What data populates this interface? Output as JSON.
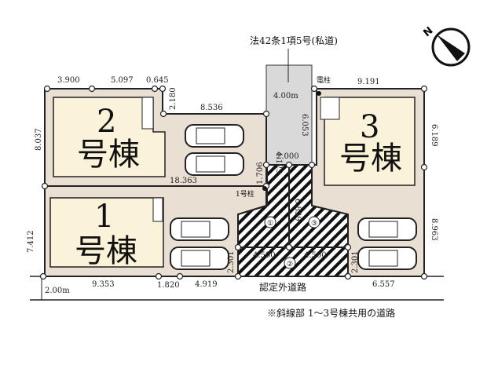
{
  "title": "法42条1項5号(私道)",
  "road_label": "認定外道路",
  "footnote": "※斜線部 1〜3号棟共用の道路",
  "colors": {
    "lot": "#eadfd3",
    "building": "#fbf3d9",
    "private_road": "#d9d9d9",
    "line": "#222222"
  },
  "buildings": [
    {
      "number": "1",
      "suffix": "号棟"
    },
    {
      "number": "2",
      "suffix": "号棟"
    },
    {
      "number": "3",
      "suffix": "号棟"
    }
  ],
  "labels": {
    "pole": "電柱",
    "pole1": "1号柱",
    "road_width_top": "4.00m",
    "road_width_bottom": "2.00m"
  },
  "section_marks": [
    "①",
    "②",
    "③"
  ],
  "dimensions": {
    "top_2a": "3.900",
    "top_2b": "5.097",
    "top_2c": "0.645",
    "step_2": "2.180",
    "top_2d": "8.536",
    "left_2": "8.037",
    "lot2_bottom": "18.363",
    "v_1706": "1.706",
    "v_4129": "4.129",
    "w_2000": "2.000",
    "v_6053": "6.053",
    "top_3": "9.191",
    "right_3": "6.189",
    "right_3b": "8.963",
    "left_1": "7.412",
    "bot_1a": "9.353",
    "bot_1b": "1.820",
    "bot_1c": "4.919",
    "v_2301a": "2.301",
    "v_2301b": "2.301",
    "w_4500a": "4.500",
    "w_4500b": "4.500",
    "v_6839": "6.839",
    "bot_3": "6.557"
  }
}
